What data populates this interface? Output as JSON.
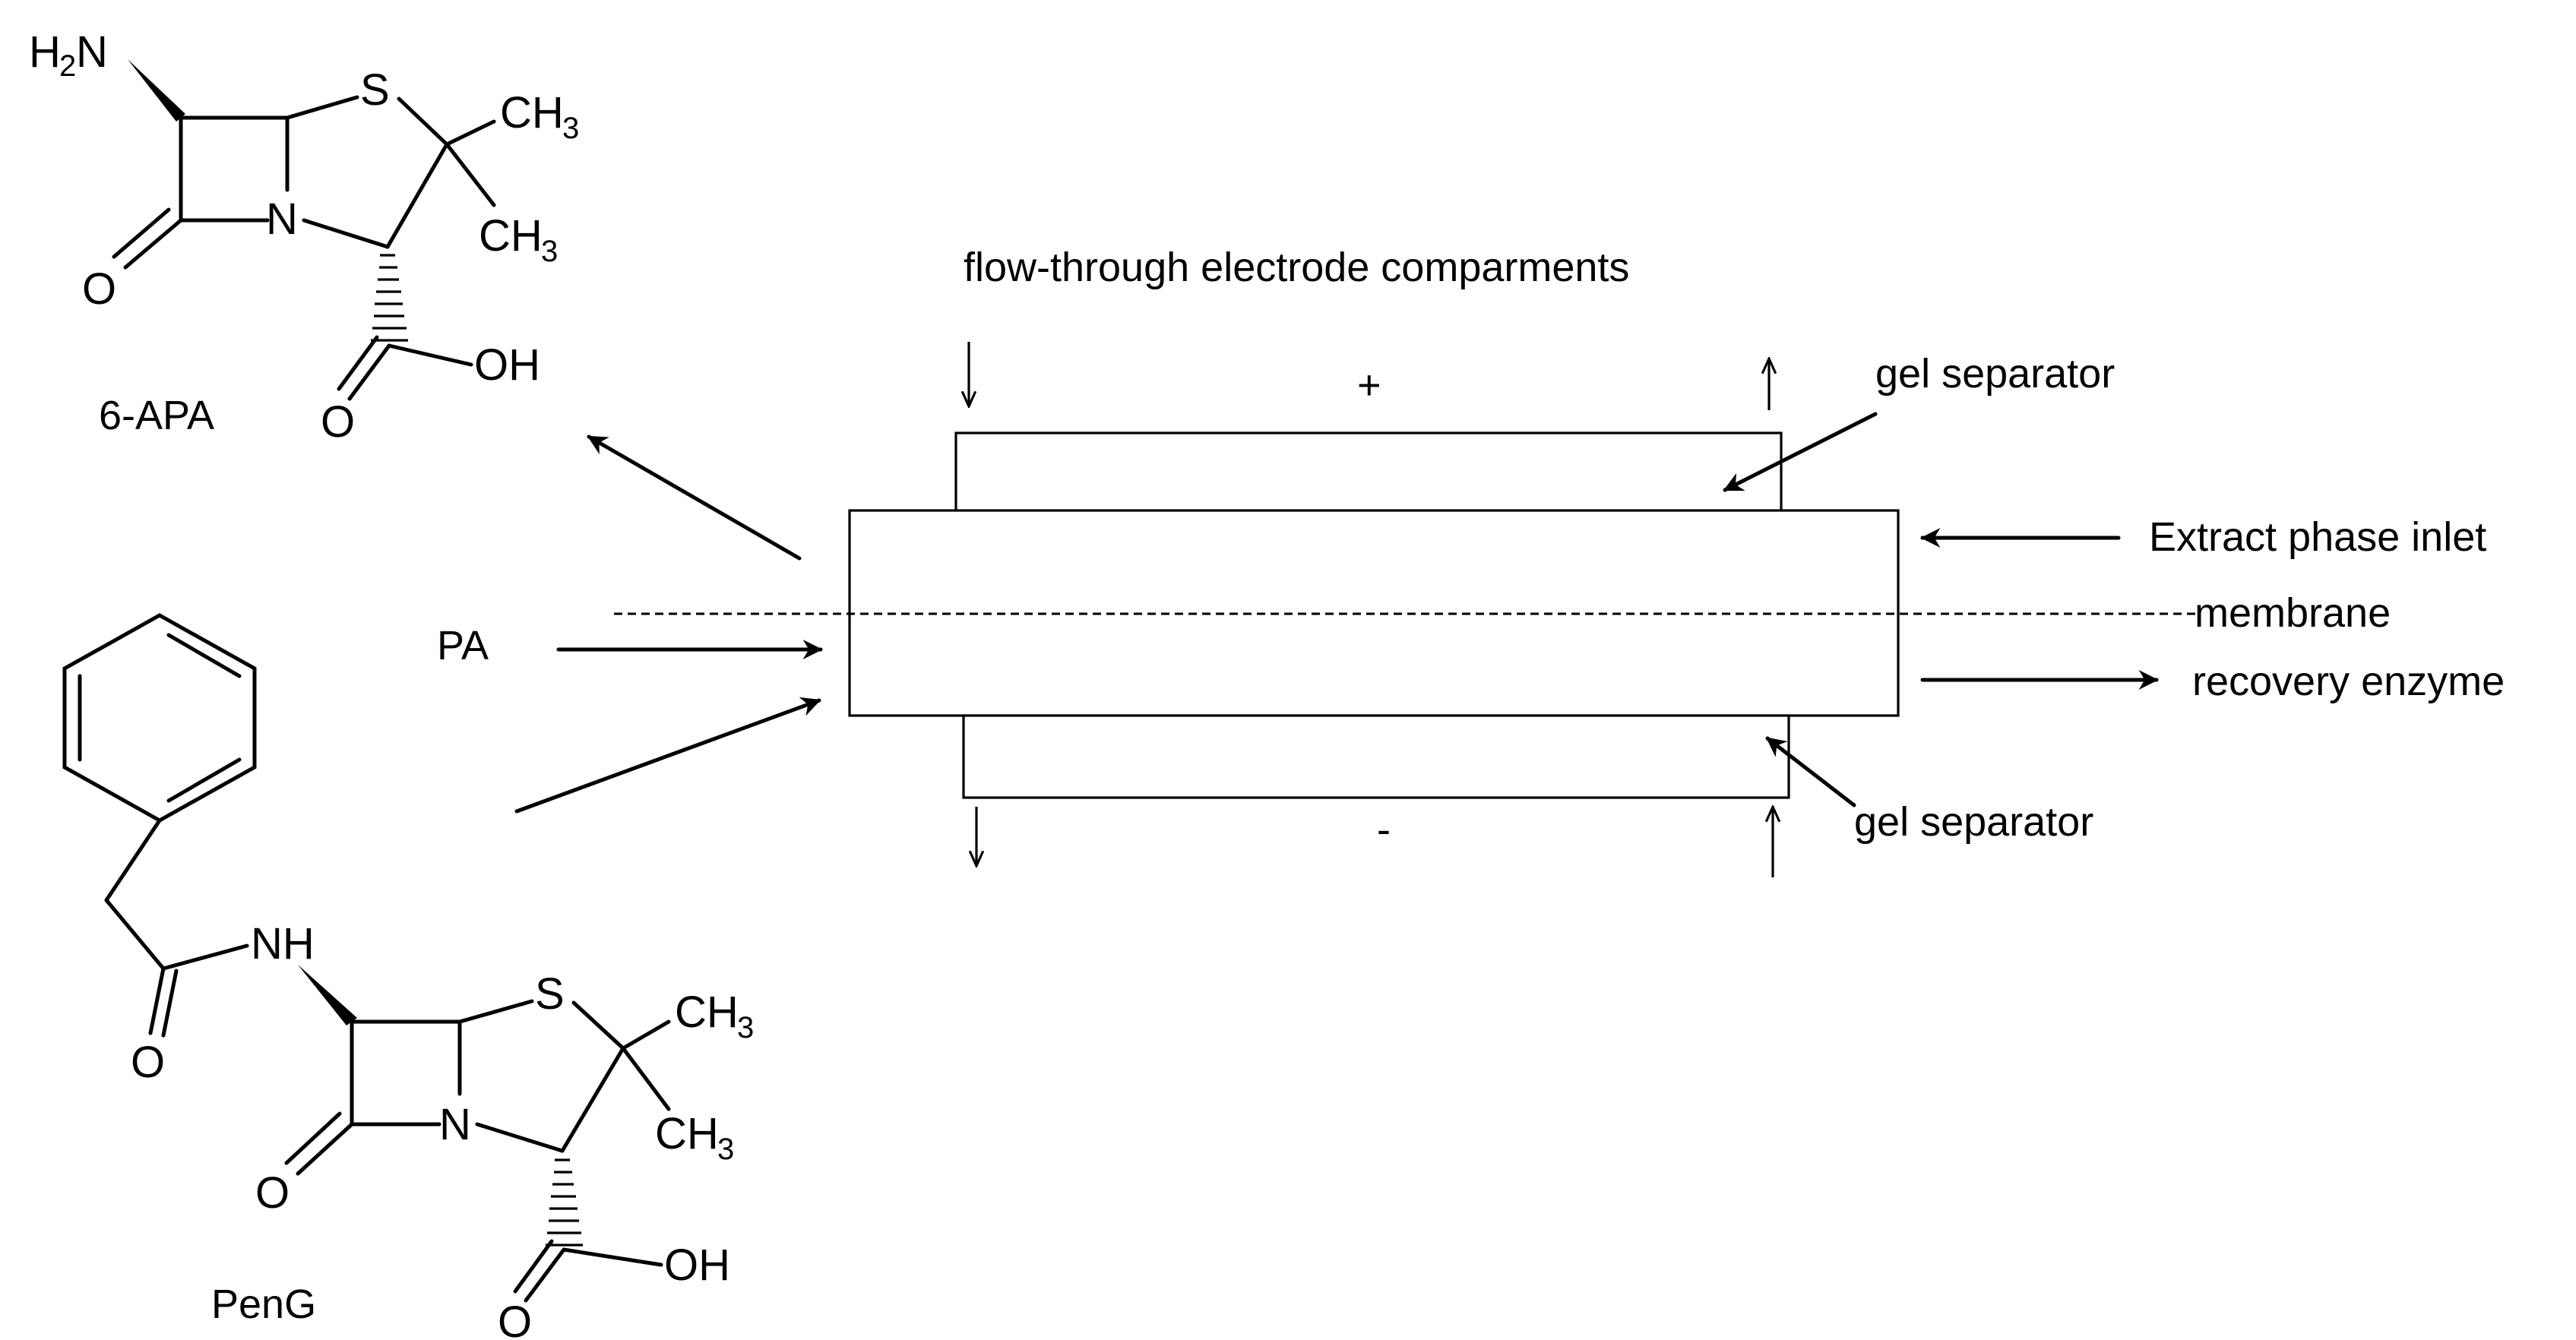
{
  "labels": {
    "flow_title": "flow-through electrode comparments",
    "plus": "+",
    "minus": "-",
    "gel_top": "gel separator",
    "gel_bottom": "gel separator",
    "extract_inlet": "Extract phase inlet",
    "membrane": "membrane",
    "recovery": "recovery enzyme",
    "pa": "PA"
  },
  "molecules": {
    "apa": {
      "name": "6-APA",
      "amine": "H2N",
      "s": "S",
      "n": "N",
      "o_ketone": "O",
      "ch3_a": "CH3",
      "ch3_b": "CH3",
      "o_acid": "O",
      "oh": "OH"
    },
    "peng": {
      "name": "PenG",
      "nh": "NH",
      "o_amide": "O",
      "s": "S",
      "n": "N",
      "o_ketone": "O",
      "ch3_a": "CH3",
      "ch3_b": "CH3",
      "o_acid": "O",
      "oh": "OH"
    }
  }
}
